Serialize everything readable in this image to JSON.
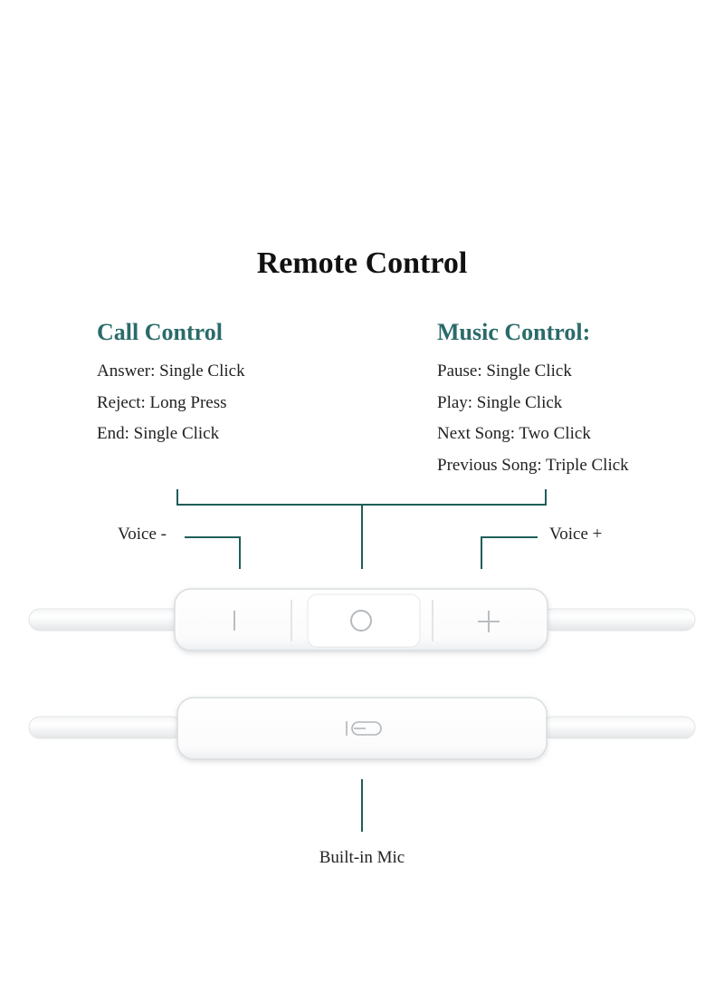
{
  "title": "Remote Control",
  "call_control": {
    "heading": "Call Control",
    "items": [
      "Answer: Single Click",
      "Reject: Long Press",
      "End: Single Click"
    ]
  },
  "music_control": {
    "heading": "Music Control:",
    "items": [
      "Pause: Single Click",
      "Play: Single Click",
      "Next Song: Two Click",
      "Previous Song: Triple Click"
    ]
  },
  "labels": {
    "voice_minus": "Voice -",
    "voice_plus": "Voice +",
    "built_in_mic": "Built-in Mic"
  },
  "colors": {
    "accent": "#2a6b6a",
    "callout_line": "#1f5e58",
    "text": "#222222",
    "device_body": "#ffffff",
    "device_outline": "#d9dde0"
  },
  "icons": {
    "minus_button": "minus-icon",
    "center_button": "circle-icon",
    "plus_button": "plus-icon",
    "microphone": "microphone-icon"
  }
}
